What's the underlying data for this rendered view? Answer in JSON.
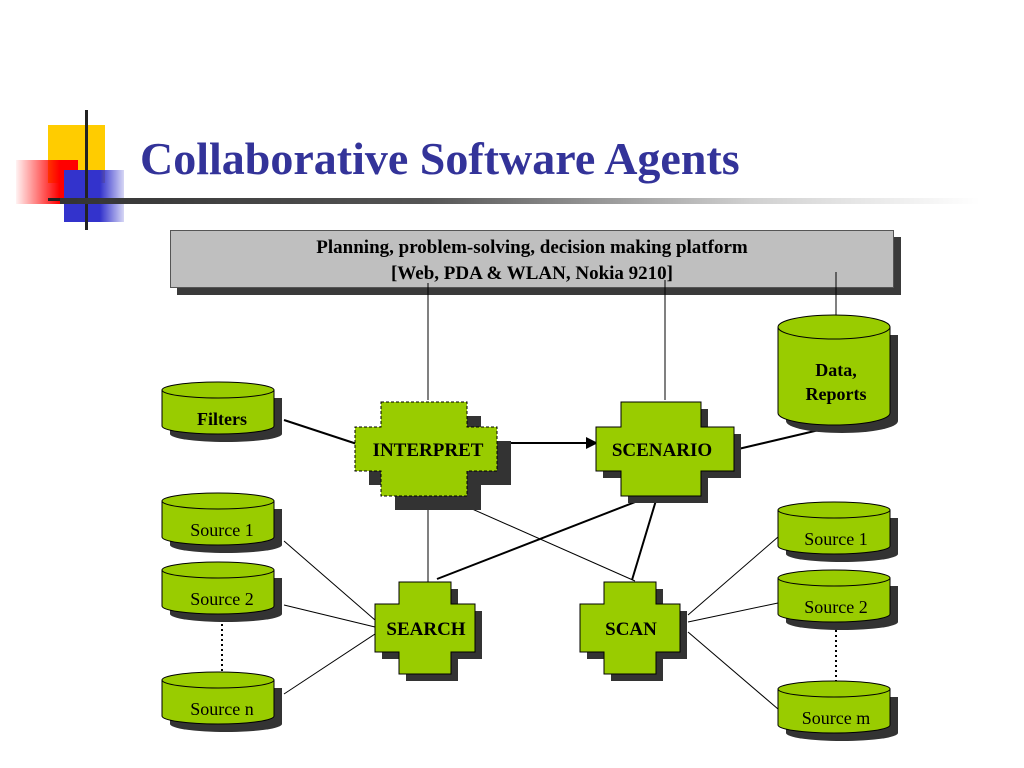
{
  "title": "Collaborative Software Agents",
  "platform": {
    "line1": "Planning, problem-solving, decision making platform",
    "line2": "[Web, PDA & WLAN, Nokia 9210]"
  },
  "agents": {
    "interpret": "INTERPRET",
    "scenario": "SCENARIO",
    "search": "SEARCH",
    "scan": "SCAN"
  },
  "stores": {
    "filters": "Filters",
    "data_reports": [
      "Data,",
      "Reports"
    ],
    "left_sources": [
      "Source 1",
      "Source 2",
      "Source n"
    ],
    "right_sources": [
      "Source 1",
      "Source 2",
      "Source m"
    ]
  },
  "colors": {
    "title": "#333399",
    "shape_fill": "#99cc00",
    "shape_shadow": "#3a3a3a",
    "platform_fill": "#bfbfbf"
  }
}
